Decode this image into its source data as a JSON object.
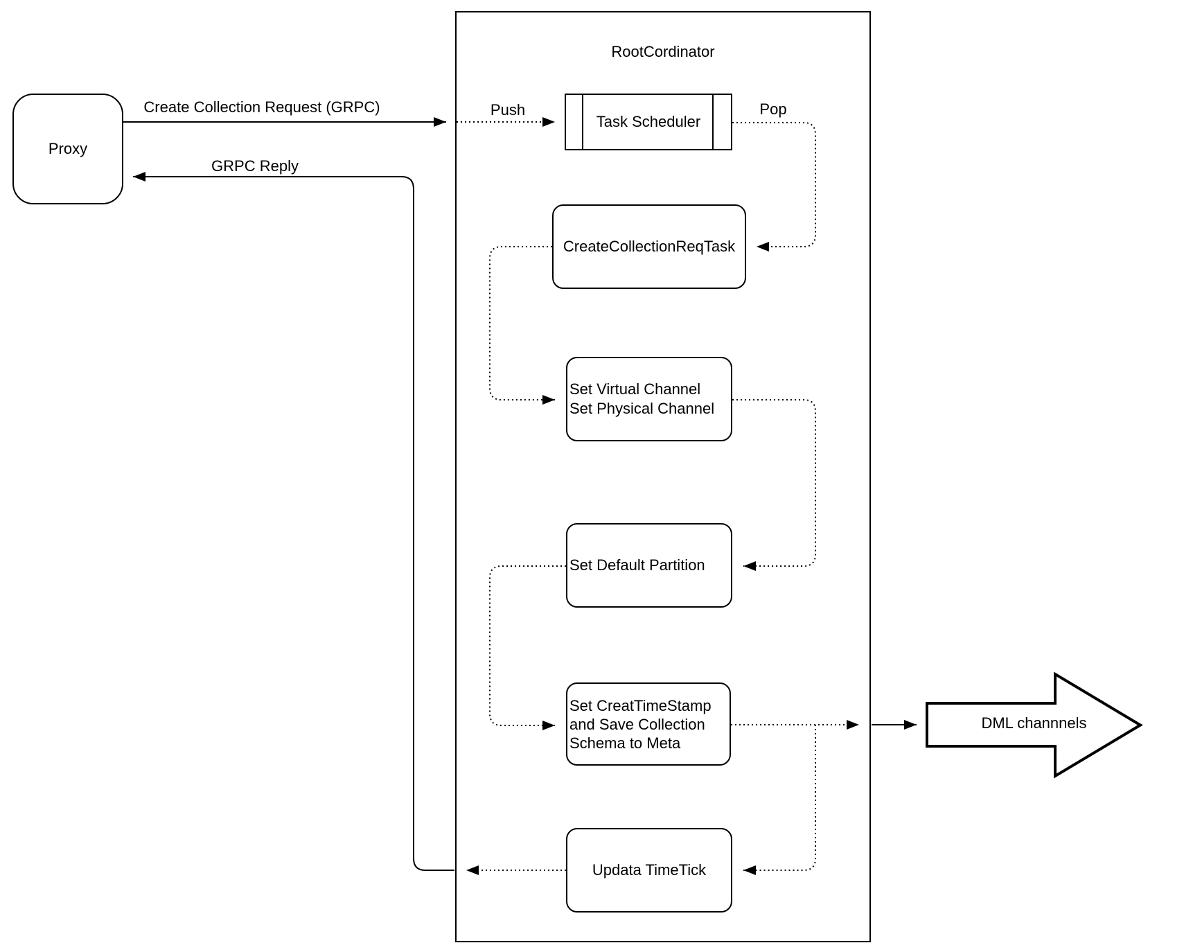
{
  "diagram": {
    "proxy": {
      "label": "Proxy"
    },
    "container": {
      "title": "RootCordinator"
    },
    "nodes": {
      "task_scheduler": {
        "label": "Task Scheduler"
      },
      "create_collection_req_task": {
        "label": "CreateCollectionReqTask"
      },
      "set_channels": {
        "line1": "Set Virtual Channel",
        "line2": "Set Physical Channel"
      },
      "set_default_partition": {
        "label": "Set Default Partition"
      },
      "set_create_timestamp": {
        "line1": "Set CreatTimeStamp",
        "line2": "and Save Collection",
        "line3": "Schema to Meta"
      },
      "updata_timetick": {
        "label": "Updata TimeTick"
      }
    },
    "edges": {
      "request": "Create Collection Request (GRPC)",
      "reply": "GRPC Reply",
      "push": "Push",
      "pop": "Pop"
    },
    "dml": {
      "label": "DML channnels"
    },
    "colors": {
      "line": "#000000",
      "background": "#ffffff"
    }
  }
}
